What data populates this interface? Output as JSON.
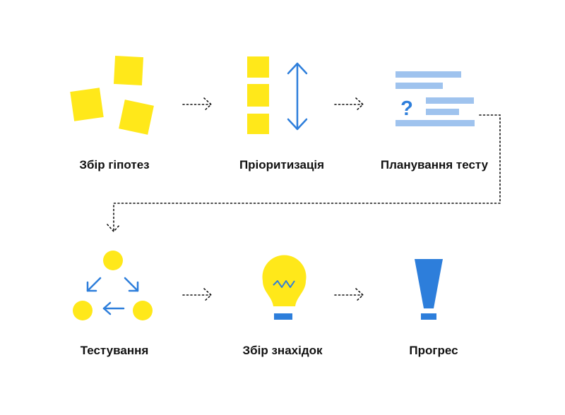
{
  "colors": {
    "yellow": "#FFE81A",
    "blue": "#2D7EDB",
    "light_blue": "#9FC3EE",
    "connector": "#111111",
    "text": "#111111"
  },
  "steps": [
    {
      "label": "Збір гіпотез",
      "icon": "sticky-notes-icon"
    },
    {
      "label": "Пріоритизація",
      "icon": "priority-stack-icon"
    },
    {
      "label": "Планування тесту",
      "icon": "test-plan-icon"
    },
    {
      "label": "Тестування",
      "icon": "testing-cycle-icon"
    },
    {
      "label": "Збір знахідок",
      "icon": "lightbulb-icon"
    },
    {
      "label": "Прогрес",
      "icon": "exclamation-icon"
    }
  ],
  "plan_icon": {
    "question_mark": "?"
  }
}
